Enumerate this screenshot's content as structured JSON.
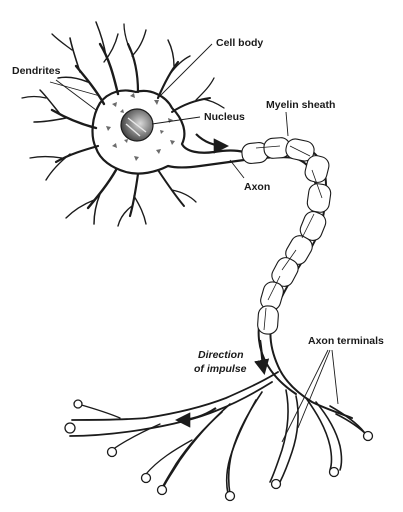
{
  "labels": {
    "cell_body": "Cell body",
    "dendrites": "Dendrites",
    "nucleus": "Nucleus",
    "myelin_sheath": "Myelin sheath",
    "axon": "Axon",
    "direction_line1": "Direction",
    "direction_line2": "of impulse",
    "axon_terminals": "Axon terminals"
  },
  "colors": {
    "ink": "#1b1b1b",
    "background": "#ffffff",
    "nucleus_dark": "#3a3a3a",
    "nucleus_light": "#bdbdbd"
  }
}
